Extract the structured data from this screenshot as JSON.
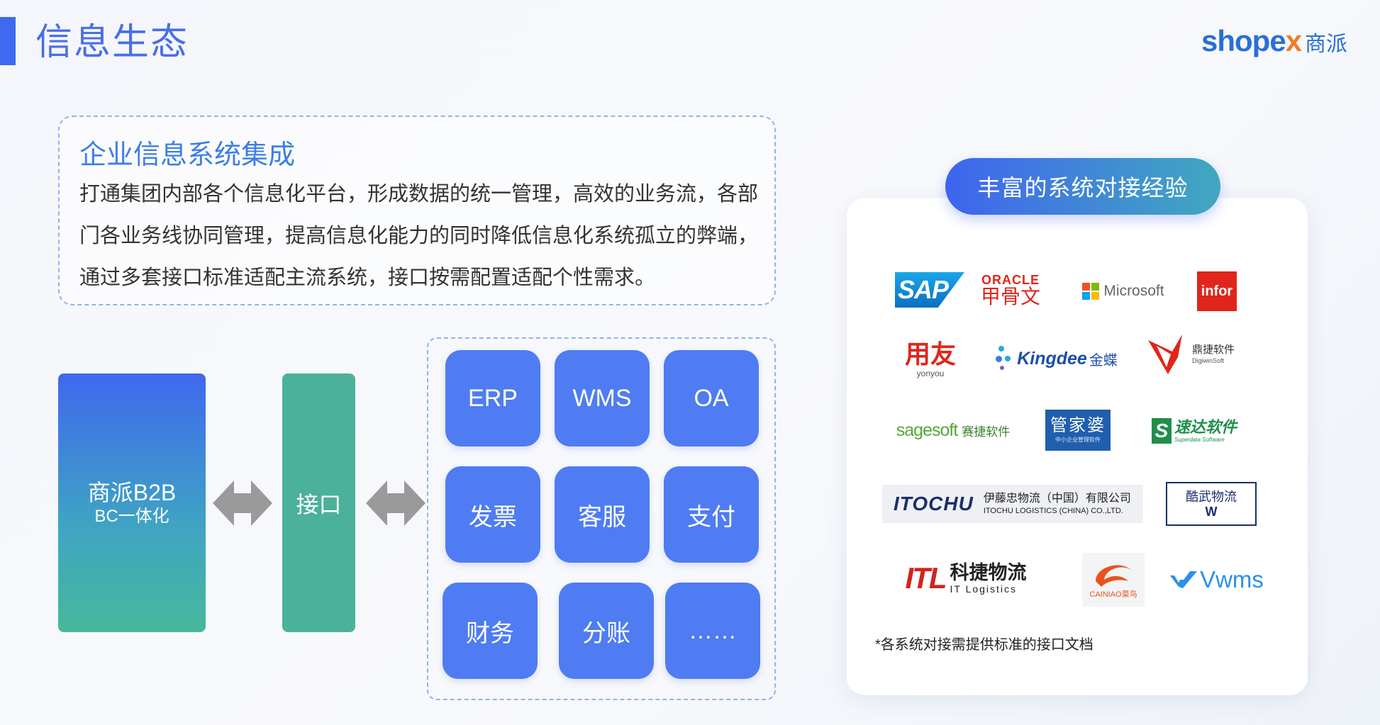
{
  "page": {
    "title": "信息生态"
  },
  "brand": {
    "shop": "shope",
    "x": "x",
    "cn": "商派"
  },
  "intro": {
    "heading": "企业信息系统集成",
    "text": "打通集团内部各个信息化平台，形成数据的统一管理，高效的业务流，各部门各业务线协同管理，提高信息化能力的同时降低信息化系统孤立的弊端，通过多套接口标准适配主流系统，接口按需配置适配个性需求。"
  },
  "diagram": {
    "b2b_line1": "商派B2B",
    "b2b_line2": "BC一体化",
    "api": "接口",
    "systems": [
      "ERP",
      "WMS",
      "OA",
      "发票",
      "客服",
      "支付",
      "财务",
      "分账",
      "……"
    ]
  },
  "experience": {
    "title": "丰富的系统对接经验",
    "logos": {
      "sap": "SAP",
      "oracle_en": "ORACLE",
      "oracle_cn": "甲骨文",
      "microsoft": "Microsoft",
      "infor": "infor",
      "yonyou_cn": "用友",
      "yonyou_en": "yonyou",
      "kingdee_en": "Kingdee",
      "kingdee_cn": "金蝶",
      "dingjie_cn": "鼎捷软件",
      "dingjie_en": "DigiwinSoft",
      "sagesoft_en": "sagesoft",
      "sagesoft_cn": "赛捷软件",
      "guanjiapo_cn": "管家婆",
      "guanjiapo_sub": "中小企业管理软件",
      "superdata_cn": "速达软件",
      "superdata_en": "Superdata Software",
      "itochu_en": "ITOCHU",
      "itochu_cn": "伊藤忠物流（中国）有限公司",
      "itochu_sub": "ITOCHU LOGISTICS (CHINA) CO.,LTD.",
      "kuwu": "酷武物流",
      "itl_cn": "科捷物流",
      "itl_en": "IT Logistics",
      "itl_mark": "ITL",
      "cainiao": "CAINIAO菜鸟",
      "vwms": "Vwms"
    },
    "footnote": "*各系统对接需提供标准的接口文档"
  },
  "colors": {
    "accent": "#3f6af0",
    "tile": "#4f7cf2",
    "api": "#4bb19a"
  }
}
